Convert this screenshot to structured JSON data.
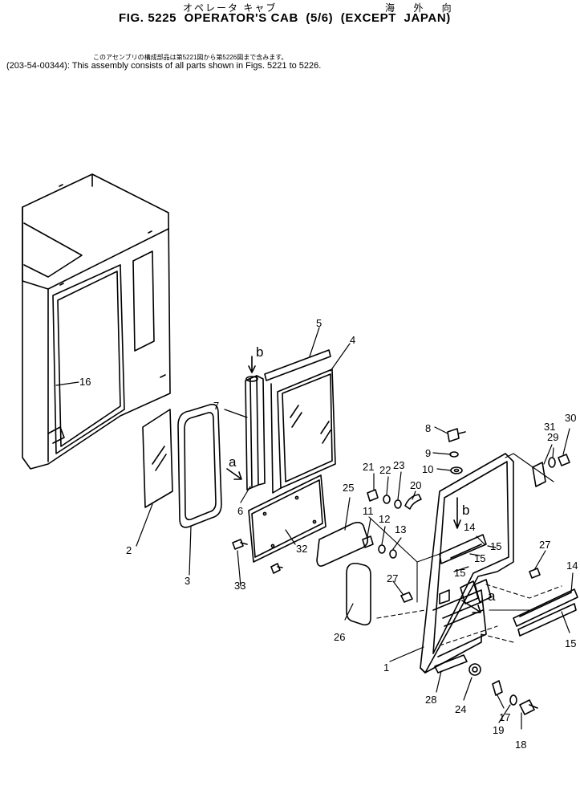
{
  "header": {
    "title_jp_left": "オペレータ キャブ",
    "title_jp_right": "海 外 向",
    "title": "FIG. 5225  OPERATOR'S CAB  (5/6)  (EXCEPT  JAPAN)",
    "note_jp": "このアセンブリの構成部品は第5221図から第5226図まで含みます。",
    "note": "(203-54-00344): This assembly consists of all parts shown in Figs. 5221 to 5226."
  },
  "callouts": {
    "n1": "1",
    "n2": "2",
    "n3": "3",
    "n4": "4",
    "n5": "5",
    "n6": "6",
    "n7": "7",
    "n8": "8",
    "n9": "9",
    "n10": "10",
    "n11": "11",
    "n12": "12",
    "n13": "13",
    "n14a": "14",
    "n14b": "14",
    "n15a": "15",
    "n15b": "15",
    "n15c": "15",
    "n15d": "15",
    "n16": "16",
    "n17": "17",
    "n18": "18",
    "n19": "19",
    "n20": "20",
    "n21": "21",
    "n22": "22",
    "n23": "23",
    "n24": "24",
    "n25": "25",
    "n26": "26",
    "n27a": "27",
    "n27b": "27",
    "n28": "28",
    "n29": "29",
    "n30": "30",
    "n31": "31",
    "n32": "32",
    "n33": "33",
    "ref_a1": "a",
    "ref_a2": "a",
    "ref_b1": "b",
    "ref_b2": "b"
  }
}
